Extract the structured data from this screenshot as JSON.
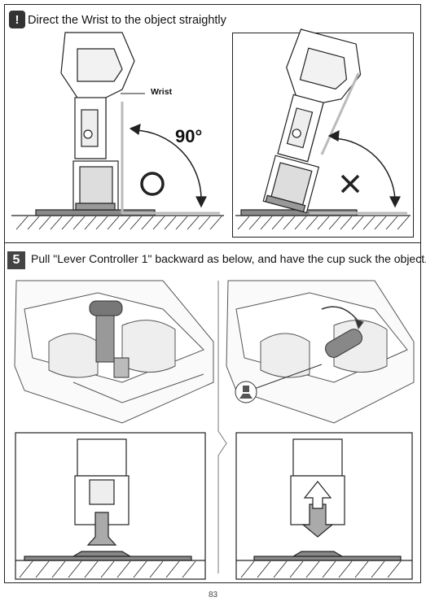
{
  "section1": {
    "warning_icon": "exclamation-icon",
    "warning_symbol": "!",
    "heading": "Direct the Wrist to the object straightly",
    "label_wrist": "Wrist",
    "label_angle": "90°",
    "correct_symbol": "O",
    "wrong_symbol": "X"
  },
  "step5": {
    "number": "5",
    "instruction": "Pull \"Lever Controller 1\" backward as below, and have the cup suck the object."
  },
  "page_number": "83"
}
